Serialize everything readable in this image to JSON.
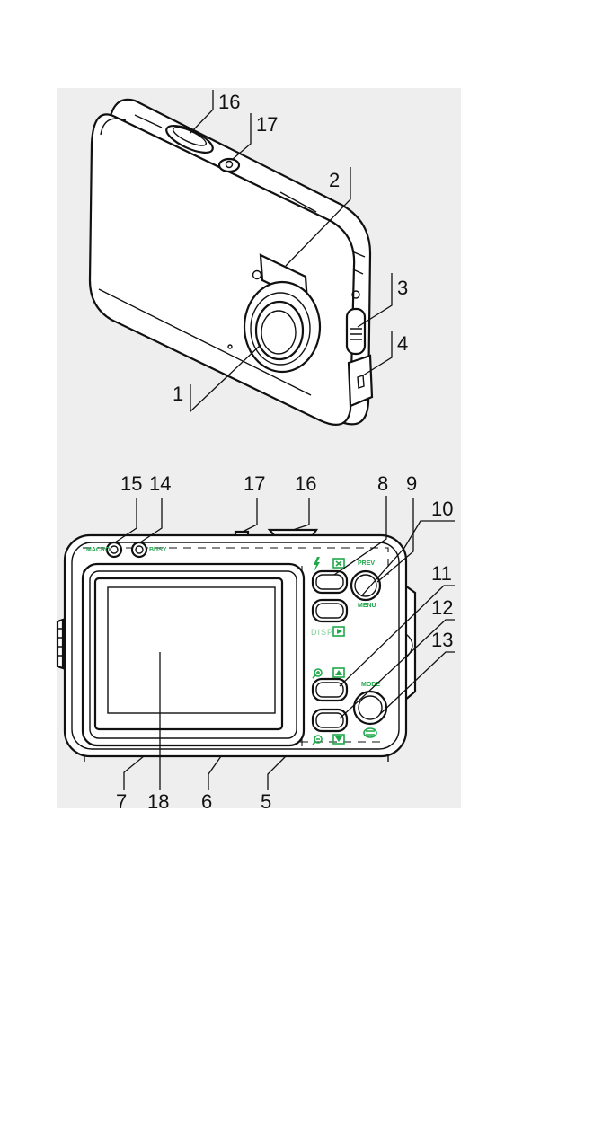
{
  "front_view": {
    "callouts": [
      "1",
      "2",
      "3",
      "4",
      "16",
      "17"
    ]
  },
  "back_view": {
    "callouts": [
      "5",
      "6",
      "7",
      "8",
      "9",
      "10",
      "11",
      "12",
      "13",
      "14",
      "15",
      "16",
      "17",
      "18"
    ],
    "button_labels": {
      "macro": "MACRO",
      "busy": "BUSY",
      "prev": "PREV",
      "menu": "MENU",
      "disp": "DISP",
      "mode": "MODE"
    }
  },
  "colors": {
    "line": "#111111",
    "label_green": "#1fa84a",
    "background": "#ffffff",
    "panel": "#eeeeee"
  }
}
